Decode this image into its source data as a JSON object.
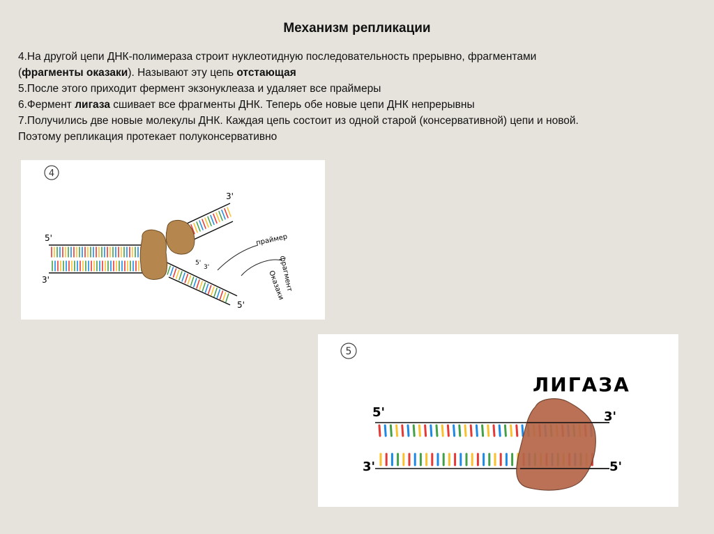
{
  "slide": {
    "title": "Механизм репликации",
    "lines": [
      {
        "parts": [
          "4.На другой цепи ДНК-полимераза строит нуклеотидную последовательность прерывно, фрагментами"
        ]
      },
      {
        "parts": [
          "(",
          "фрагменты оказаки",
          "). Называют эту цепь ",
          "отстающая"
        ]
      },
      {
        "parts": [
          "5.После этого приходит фермент экзонуклеаза и удаляет все праймеры"
        ]
      },
      {
        "parts": [
          "6.Фермент ",
          "лигаза",
          " сшивает все фрагменты ДНК. Теперь обе новые цепи ДНК непрерывны"
        ]
      },
      {
        "parts": [
          "7.Получились две новые молекулы ДНК. Каждая цепь состоит из одной старой (консервативной) цепи и новой."
        ]
      },
      {
        "parts": [
          "Поэтому репликация протекает полуконсервативно"
        ]
      }
    ]
  },
  "figure4": {
    "step_number": "4",
    "label_5prime_top": "5'",
    "label_3prime_bottom": "3'",
    "label_3prime_upper_arm": "3'",
    "label_5prime_lower_arm": "5'",
    "label_5prime_fragment": "5'",
    "label_3prime_fragment": "3'",
    "label_primer": "праймер",
    "label_fragment_line1": "фрагмент",
    "label_fragment_line2": "Оказаки",
    "colors": {
      "enzyme": "#b5874f",
      "base_colors": [
        "#e53935",
        "#fbc02d",
        "#43a047",
        "#1e88e5"
      ]
    }
  },
  "figure5": {
    "step_number": "5",
    "enzyme_label": "ЛИГАЗА",
    "label_5prime_top": "5'",
    "label_3prime_top": "3'",
    "label_3prime_bottom": "3'",
    "label_5prime_bottom": "5'",
    "colors": {
      "enzyme": "#b5674a",
      "base_colors": [
        "#e53935",
        "#fbc02d",
        "#43a047",
        "#1e88e5"
      ]
    }
  }
}
